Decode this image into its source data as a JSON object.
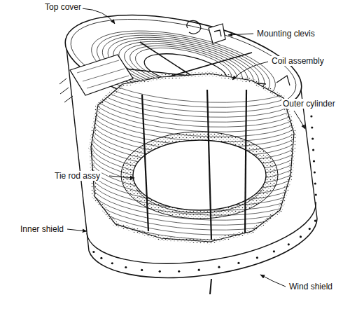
{
  "diagram": {
    "labels": [
      "Top cover",
      "Mounting clevis",
      "Coil assembly",
      "Outer cylinder",
      "Tie rod assy",
      "Inner shield",
      "Wind shield"
    ]
  }
}
